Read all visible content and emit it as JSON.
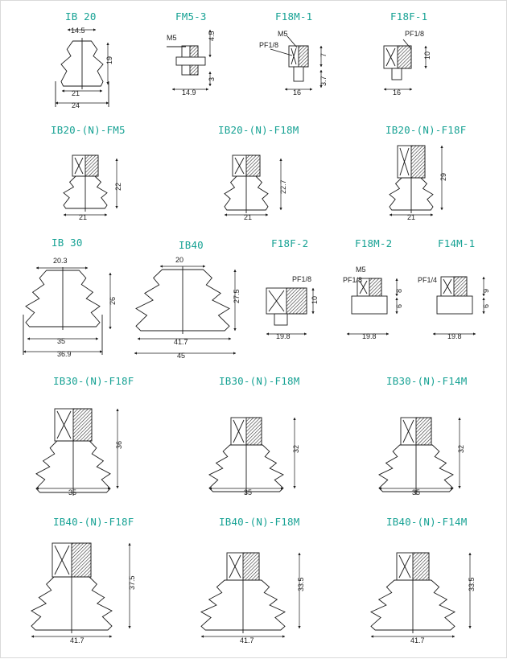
{
  "colors": {
    "title": "#17a294",
    "line": "#1a1a1a",
    "hatch": "#333333",
    "fill": "#ffffff"
  },
  "parts": [
    {
      "id": "ib20",
      "title": "IB 20",
      "dims": [
        "14.5",
        "19",
        "21",
        "24"
      ]
    },
    {
      "id": "fm5-3",
      "title": "FM5-3",
      "dims": [
        "M5",
        "4.5",
        "3",
        "14.9"
      ]
    },
    {
      "id": "f18m-1",
      "title": "F18M-1",
      "dims": [
        "M5",
        "PF1/8",
        "7",
        "3.7",
        "16"
      ]
    },
    {
      "id": "f18f-1",
      "title": "F18F-1",
      "dims": [
        "PF1/8",
        "10",
        "16"
      ]
    },
    {
      "id": "ib20-fm5",
      "title": "IB20-(N)-FM5",
      "dims": [
        "22",
        "21"
      ]
    },
    {
      "id": "ib20-f18m",
      "title": "IB20-(N)-F18M",
      "dims": [
        "22.7",
        "21"
      ]
    },
    {
      "id": "ib20-f18f",
      "title": "IB20-(N)-F18F",
      "dims": [
        "29",
        "21"
      ]
    },
    {
      "id": "ib30",
      "title": "IB 30",
      "dims": [
        "20.3",
        "26",
        "35",
        "36.9"
      ]
    },
    {
      "id": "ib40",
      "title": "IB40",
      "dims": [
        "20",
        "27.5",
        "41.7",
        "45"
      ]
    },
    {
      "id": "f18f-2",
      "title": "F18F-2",
      "dims": [
        "PF1/8",
        "10",
        "19.8"
      ]
    },
    {
      "id": "f18m-2",
      "title": "F18M-2",
      "dims": [
        "M5",
        "PF1/8",
        "8",
        "6",
        "19.8"
      ]
    },
    {
      "id": "f14m-1",
      "title": "F14M-1",
      "dims": [
        "PF1/4",
        "9",
        "6",
        "19.8"
      ]
    },
    {
      "id": "ib30-f18f",
      "title": "IB30-(N)-F18F",
      "dims": [
        "36",
        "35"
      ]
    },
    {
      "id": "ib30-f18m",
      "title": "IB30-(N)-F18M",
      "dims": [
        "32",
        "35"
      ]
    },
    {
      "id": "ib30-f14m",
      "title": "IB30-(N)-F14M",
      "dims": [
        "32",
        "35"
      ]
    },
    {
      "id": "ib40-f18f",
      "title": "IB40-(N)-F18F",
      "dims": [
        "37.5",
        "41.7"
      ]
    },
    {
      "id": "ib40-f18m",
      "title": "IB40-(N)-F18M",
      "dims": [
        "33.5",
        "41.7"
      ]
    },
    {
      "id": "ib40-f14m",
      "title": "IB40-(N)-F14M",
      "dims": [
        "33.5",
        "41.7"
      ]
    }
  ]
}
